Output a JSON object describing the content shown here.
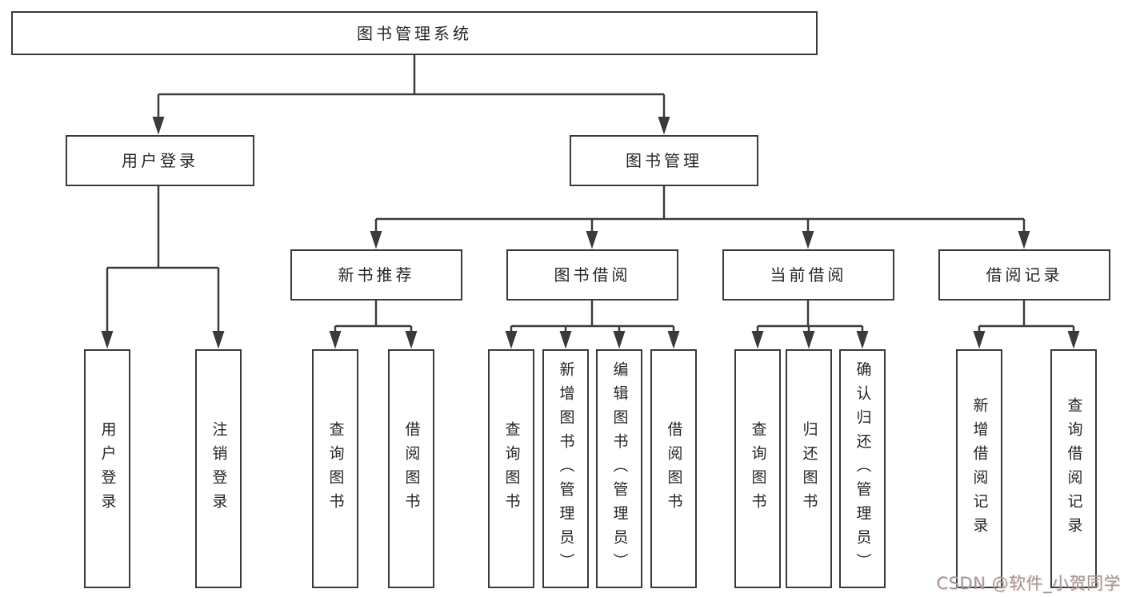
{
  "diagram_title": "图书管理系统",
  "tree": {
    "root": {
      "label": "图书管理系统"
    },
    "branches": [
      {
        "label": "用户登录",
        "children": [
          "用户登录",
          "注销登录"
        ]
      },
      {
        "label": "图书管理",
        "children": [
          {
            "label": "新书推荐",
            "children": [
              "查询图书",
              "借阅图书"
            ]
          },
          {
            "label": "图书借阅",
            "children": [
              "查询图书",
              "新增图书（管理员）",
              "编辑图书（管理员）",
              "借阅图书"
            ]
          },
          {
            "label": "当前借阅",
            "children": [
              "查询图书",
              "归还图书",
              "确认归还（管理员）"
            ]
          },
          {
            "label": "借阅记录",
            "children": [
              "新增借阅记录",
              "查询借阅记录"
            ]
          }
        ]
      }
    ]
  },
  "watermark": {
    "text": "CSDN @软件_小贺同学",
    "color": "#9a9a9a"
  },
  "colors": {
    "line": "#3a3a3a",
    "text": "#262626",
    "background": "#ffffff",
    "watermark": "#9a9a9a"
  }
}
